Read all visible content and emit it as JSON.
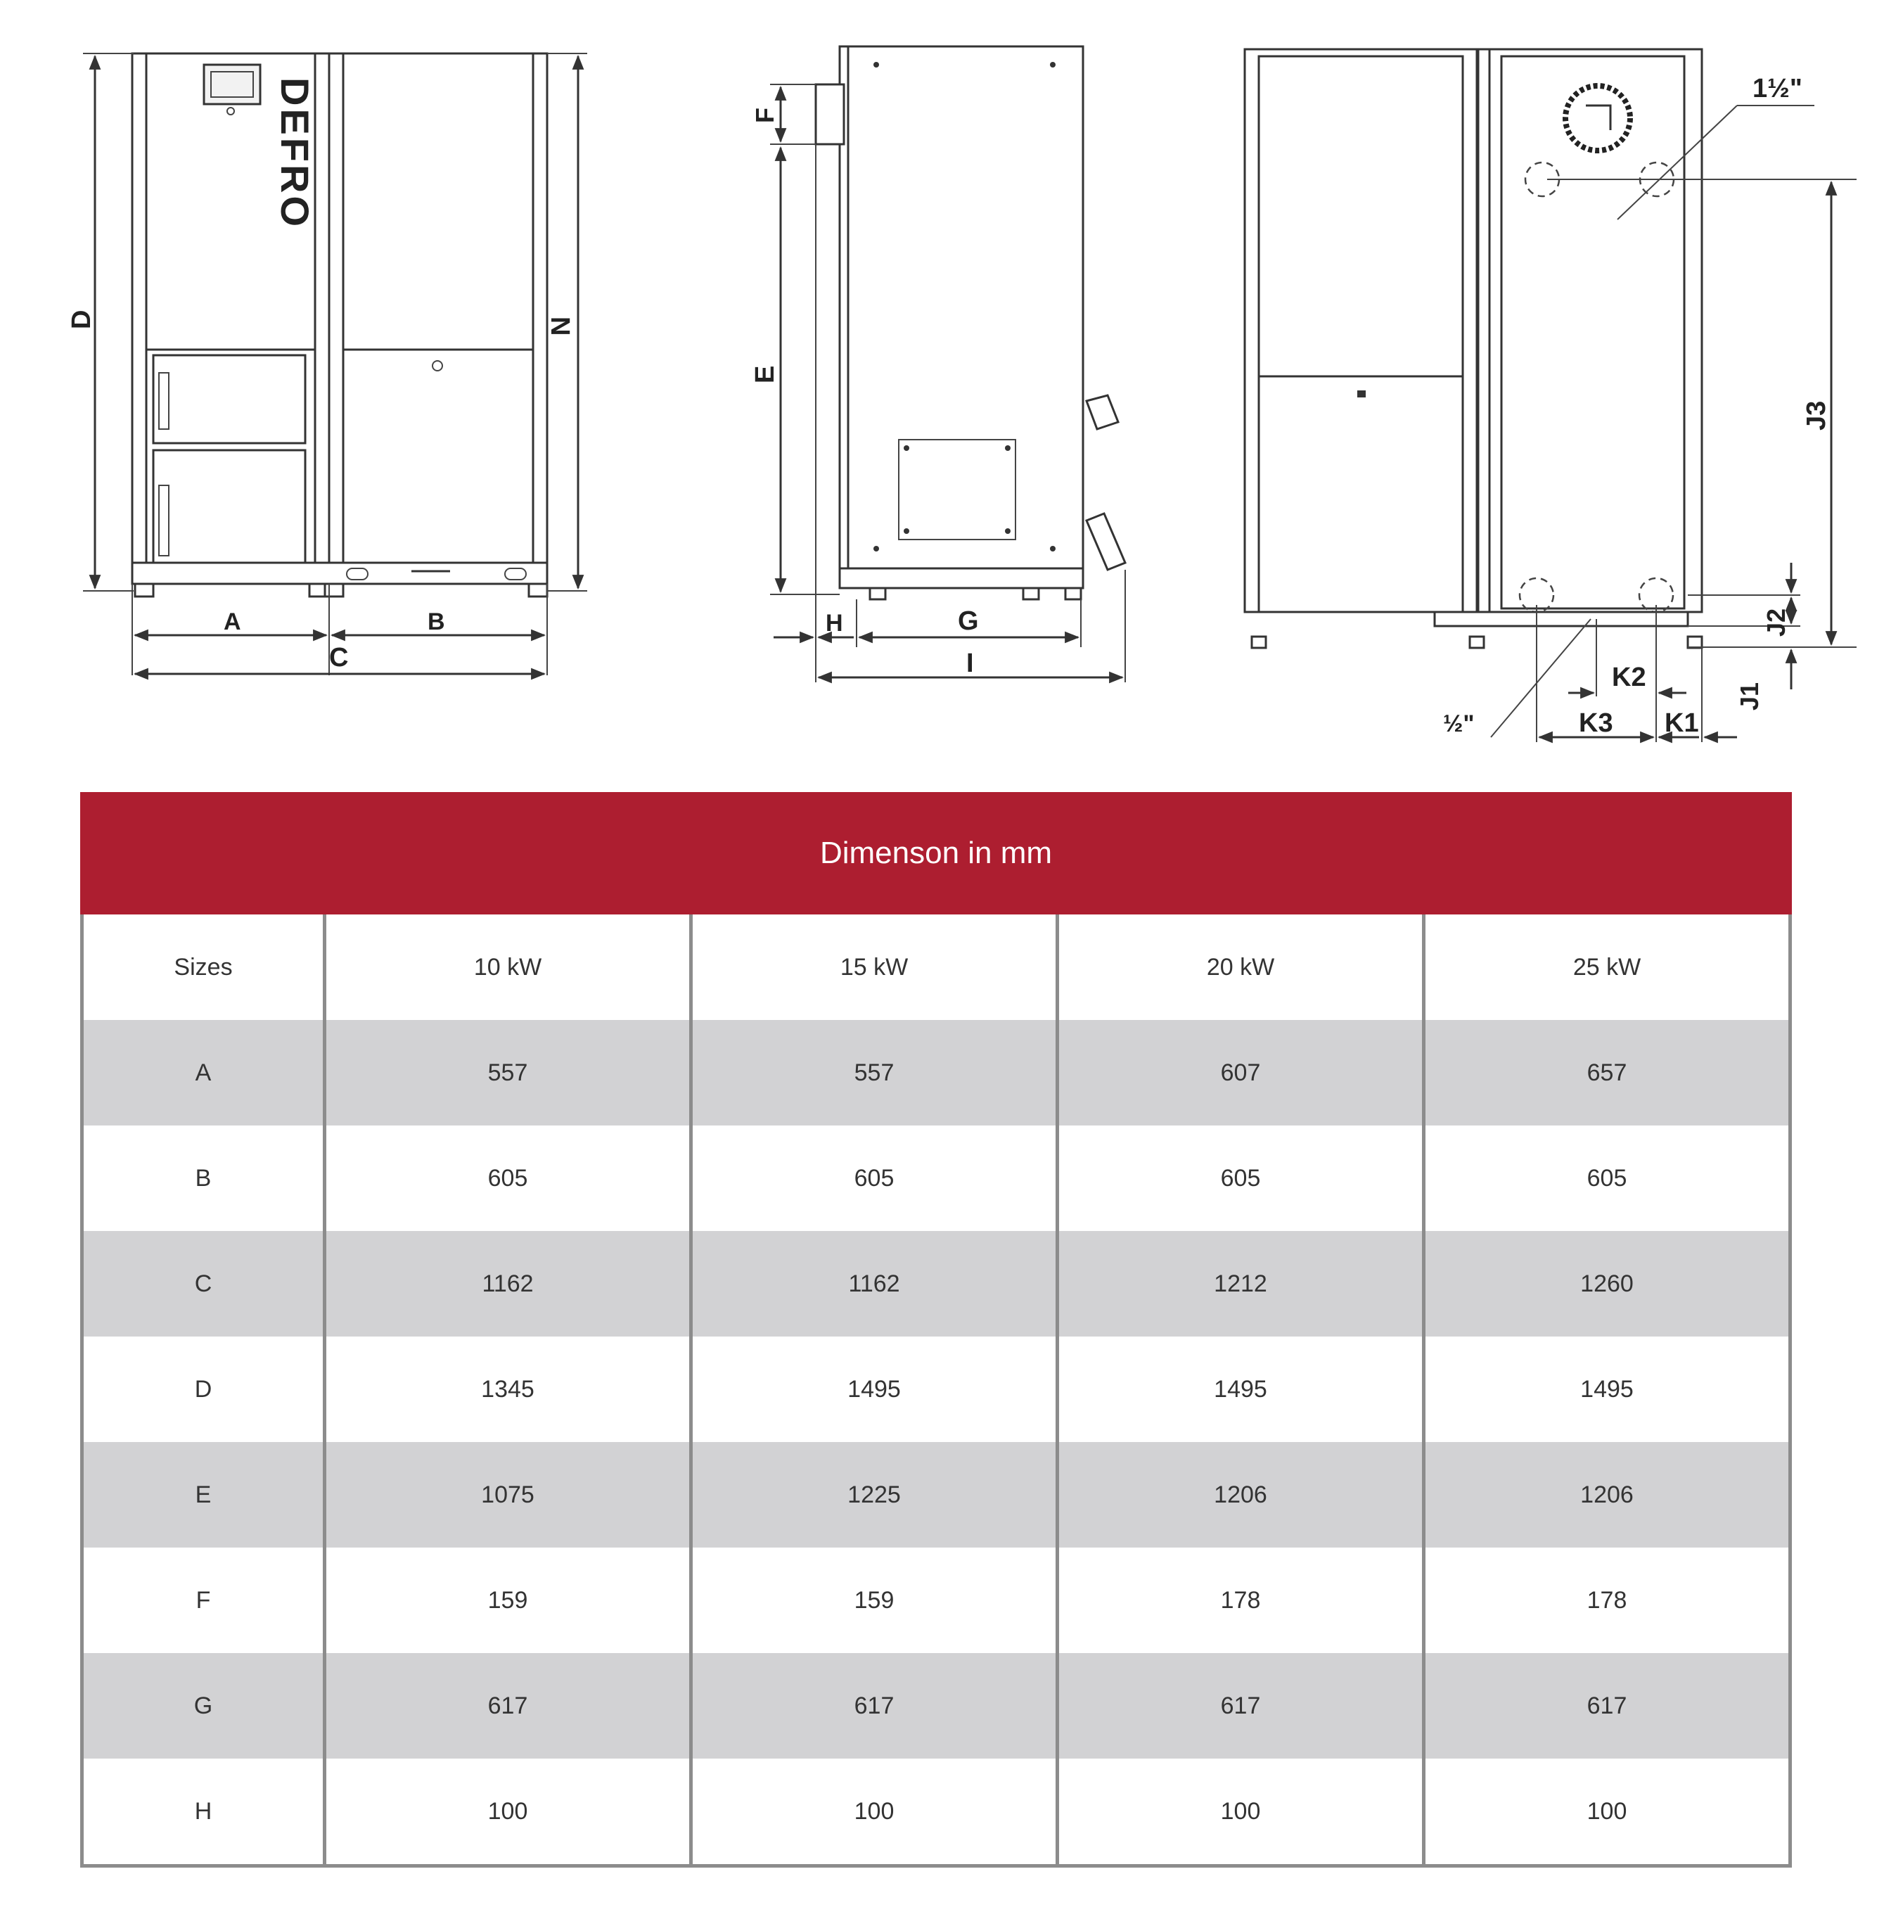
{
  "drawing_labels": {
    "front": {
      "A": "A",
      "B": "B",
      "C": "C",
      "D": "D",
      "N": "N",
      "brand": "DEFRO"
    },
    "side": {
      "E": "E",
      "F": "F",
      "G": "G",
      "H": "H",
      "I": "I"
    },
    "rear": {
      "J1": "J1",
      "J2": "J2",
      "J3": "J3",
      "K1": "K1",
      "K2": "K2",
      "K3": "K3",
      "pipe_large": "1½\"",
      "pipe_small": "½\""
    }
  },
  "table": {
    "title": "Dimenson in mm",
    "header": {
      "label": "Sizes",
      "columns": [
        "10 kW",
        "15 kW",
        "20 kW",
        "25 kW"
      ]
    },
    "rows": [
      {
        "label": "A",
        "values": [
          "557",
          "557",
          "607",
          "657"
        ]
      },
      {
        "label": "B",
        "values": [
          "605",
          "605",
          "605",
          "605"
        ]
      },
      {
        "label": "C",
        "values": [
          "1162",
          "1162",
          "1212",
          "1260"
        ]
      },
      {
        "label": "D",
        "values": [
          "1345",
          "1495",
          "1495",
          "1495"
        ]
      },
      {
        "label": "E",
        "values": [
          "1075",
          "1225",
          "1206",
          "1206"
        ]
      },
      {
        "label": "F",
        "values": [
          "159",
          "159",
          "178",
          "178"
        ]
      },
      {
        "label": "G",
        "values": [
          "617",
          "617",
          "617",
          "617"
        ]
      },
      {
        "label": "H",
        "values": [
          "100",
          "100",
          "100",
          "100"
        ]
      }
    ]
  }
}
